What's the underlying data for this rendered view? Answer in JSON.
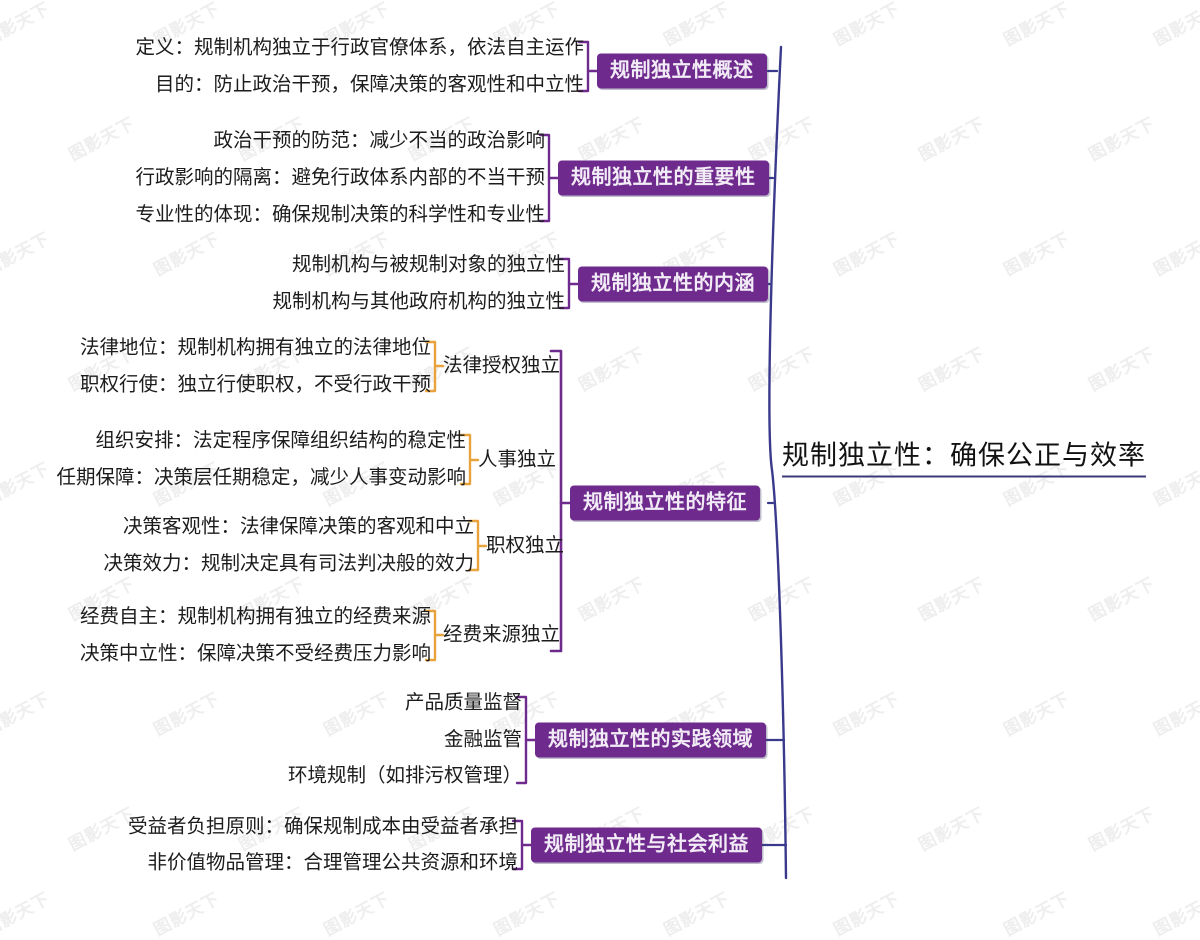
{
  "root": {
    "label": "规制独立性：确保公正与效率"
  },
  "colors": {
    "branch_box_bg": "#6f2a8e",
    "branch_box_text": "#f2ecf6",
    "spine": "#3a3a8c",
    "bracket_level2": "#6f2a8e",
    "bracket_level3": "#e8a33d",
    "leaf_text": "#1c1c1c",
    "watermark": "#eeeeee",
    "background": "#ffffff"
  },
  "watermark": {
    "text": "图影天下"
  },
  "branches": [
    {
      "label": "规制独立性概述",
      "leaves": [
        "定义：规制机构独立于行政官僚体系，依法自主运作",
        "目的：防止政治干预，保障决策的客观性和中立性"
      ]
    },
    {
      "label": "规制独立性的重要性",
      "leaves": [
        "政治干预的防范：减少不当的政治影响",
        "行政影响的隔离：避免行政体系内部的不当干预",
        "专业性的体现：确保规制决策的科学性和专业性"
      ]
    },
    {
      "label": "规制独立性的内涵",
      "leaves": [
        "规制机构与被规制对象的独立性",
        "规制机构与其他政府机构的独立性"
      ]
    },
    {
      "label": "规制独立性的特征",
      "subgroups": [
        {
          "label": "法律授权独立",
          "leaves": [
            "法律地位：规制机构拥有独立的法律地位",
            "职权行使：独立行使职权，不受行政干预"
          ]
        },
        {
          "label": "人事独立",
          "leaves": [
            "组织安排：法定程序保障组织结构的稳定性",
            "任期保障：决策层任期稳定，减少人事变动影响"
          ]
        },
        {
          "label": "职权独立",
          "leaves": [
            "决策客观性：法律保障决策的客观和中立",
            "决策效力：规制决定具有司法判决般的效力"
          ]
        },
        {
          "label": "经费来源独立",
          "leaves": [
            "经费自主：规制机构拥有独立的经费来源",
            "决策中立性：保障决策不受经费压力影响"
          ]
        }
      ]
    },
    {
      "label": "规制独立性的实践领域",
      "leaves": [
        "产品质量监督",
        "金融监管",
        "环境规制（如排污权管理）"
      ]
    },
    {
      "label": "规制独立性与社会利益",
      "leaves": [
        "受益者负担原则：确保规制成本由受益者承担",
        "非价值物品管理：合理管理公共资源和环境"
      ]
    }
  ]
}
